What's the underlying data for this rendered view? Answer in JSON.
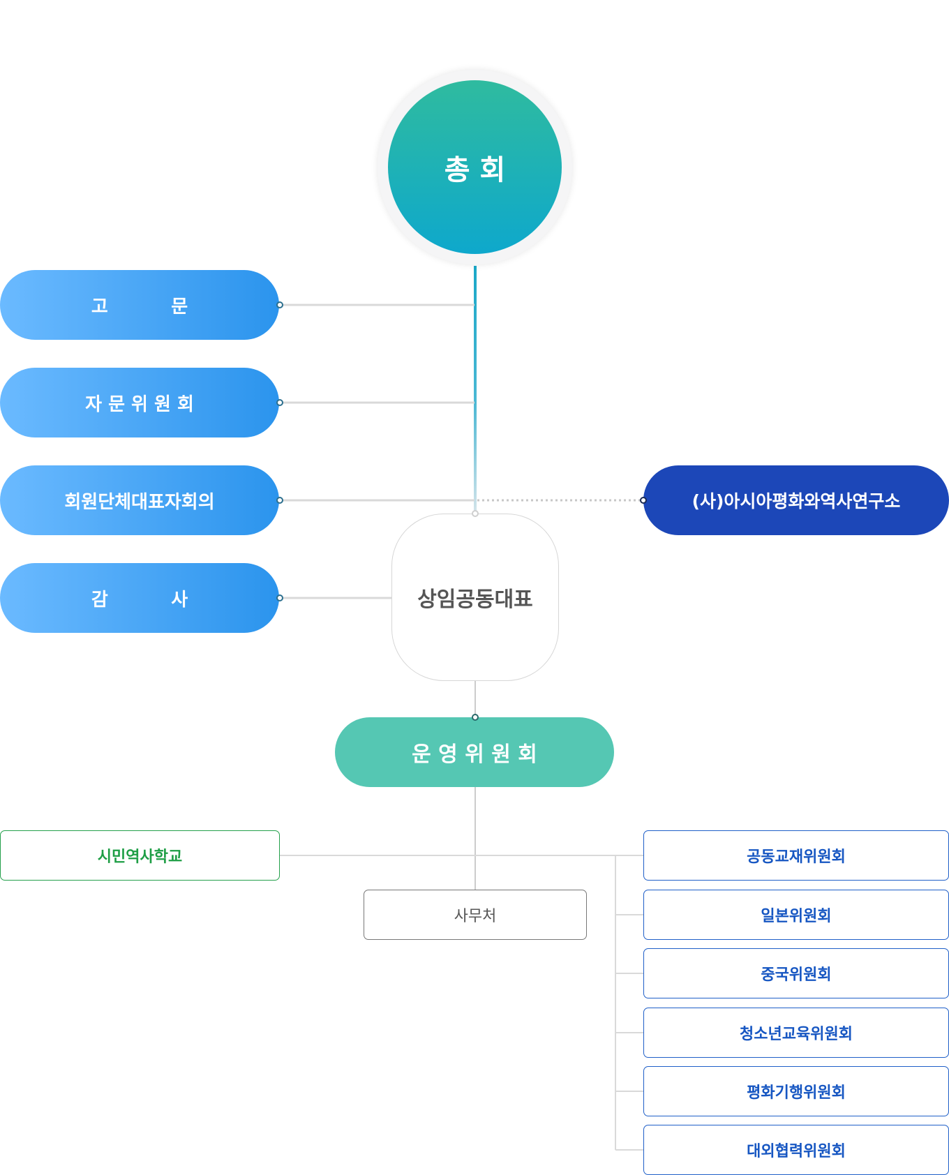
{
  "top": {
    "label": "총 회"
  },
  "left_nodes": [
    {
      "label": "고          문"
    },
    {
      "label": "자 문 위 원 회"
    },
    {
      "label": "회원단체대표자회의"
    },
    {
      "label": "감          사"
    }
  ],
  "affiliate": {
    "label": "(사)아시아평화와역사연구소"
  },
  "center": {
    "label": "상임공동대표"
  },
  "committee": {
    "label": "운 영 위 원 회"
  },
  "school": {
    "label": "시민역사학교"
  },
  "office": {
    "label": "사무처"
  },
  "right_committees": [
    {
      "label": "공동교재위원회"
    },
    {
      "label": "일본위원회"
    },
    {
      "label": "중국위원회"
    },
    {
      "label": "청소년교육위원회"
    },
    {
      "label": "평화기행위원회"
    },
    {
      "label": "대외협력위원회"
    }
  ],
  "colors": {
    "line": "#d9d9d9",
    "teal": "#1aa8c8",
    "navy": "#1c47b8",
    "blue": "#2b94ed",
    "green": "#24a04b"
  }
}
